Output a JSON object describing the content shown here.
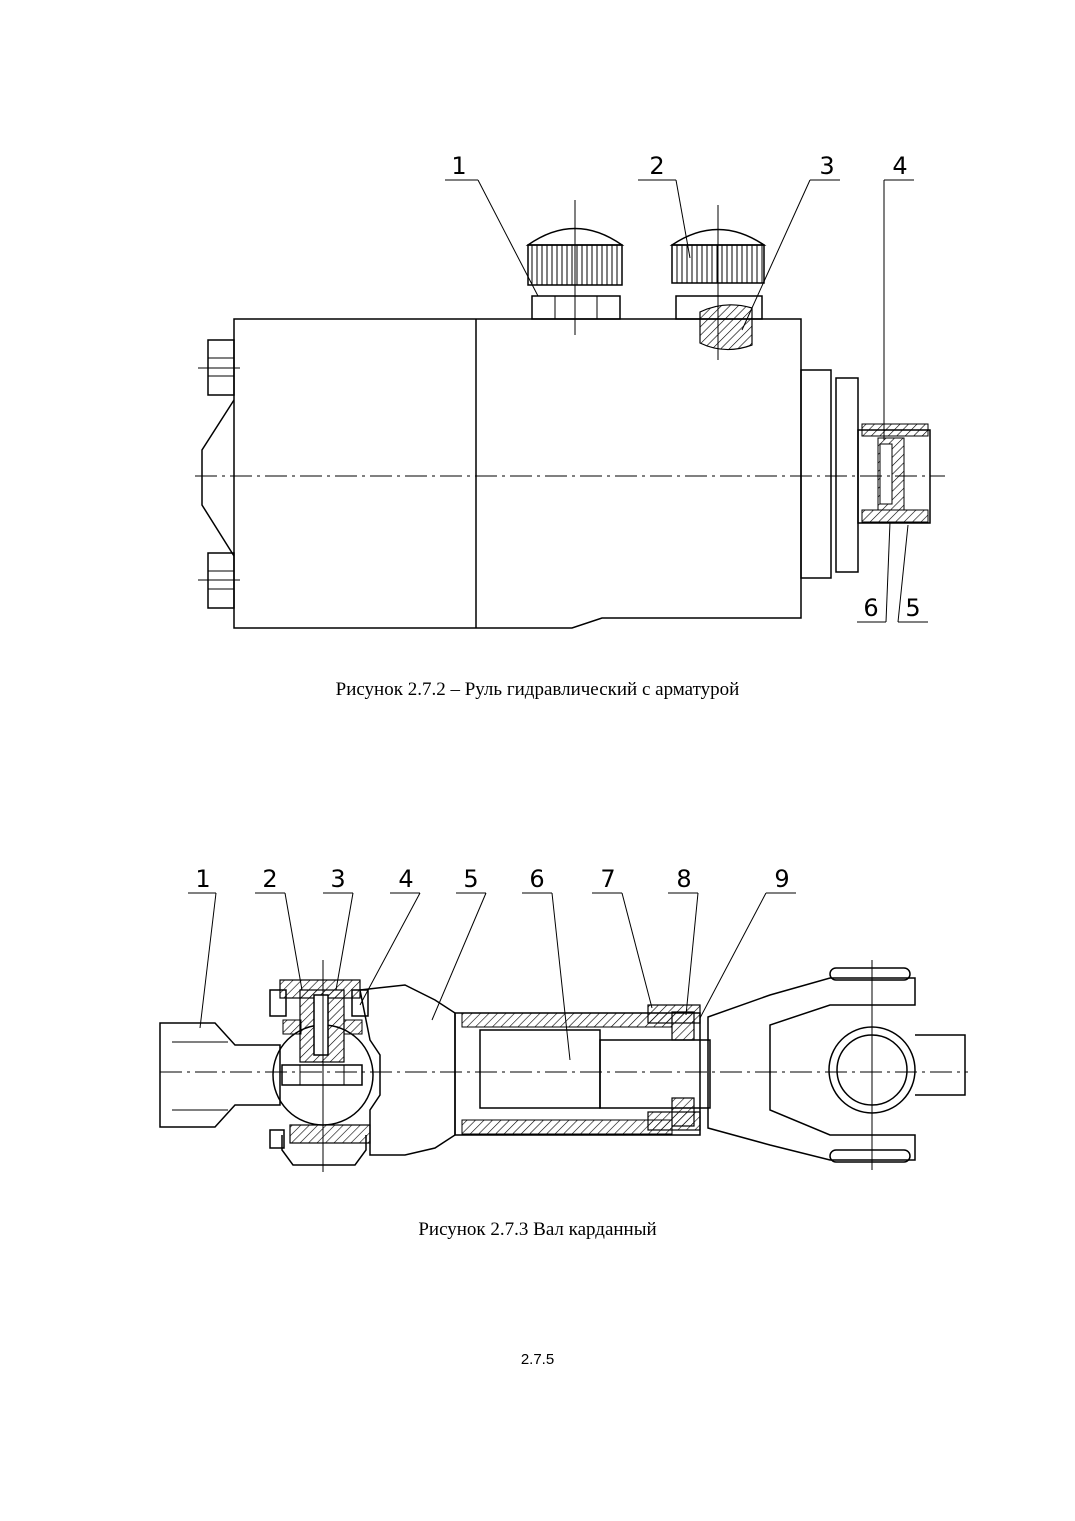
{
  "figure1": {
    "caption": "Рисунок 2.7.2 – Руль гидравлический с арматурой",
    "callouts": [
      "1",
      "2",
      "3",
      "4",
      "5",
      "6"
    ]
  },
  "figure2": {
    "caption": "Рисунок 2.7.3 Вал карданный",
    "callouts": [
      "1",
      "2",
      "3",
      "4",
      "5",
      "6",
      "7",
      "8",
      "9"
    ]
  },
  "page_number": "2.7.5"
}
